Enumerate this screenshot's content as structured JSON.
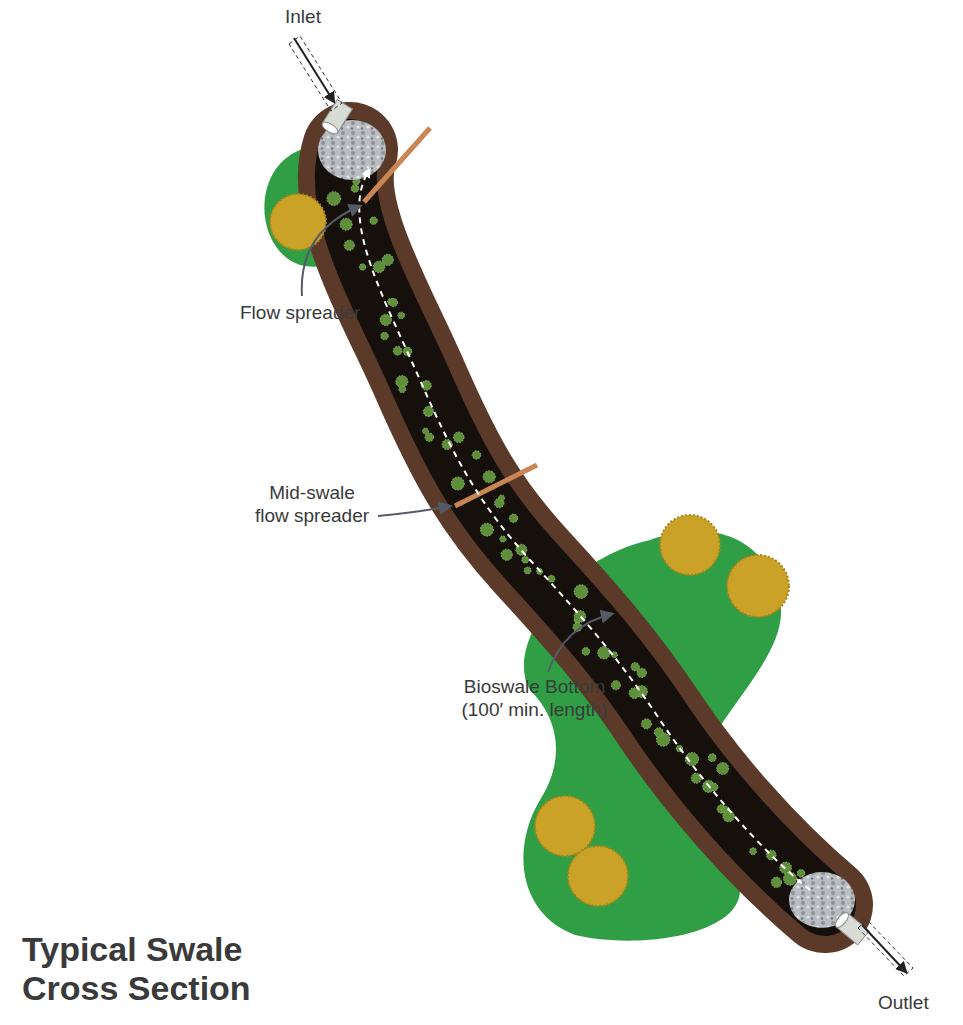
{
  "diagram": {
    "title": "Typical Swale Cross Section",
    "labels": [
      "Inlet",
      "Flow spreader",
      "Mid-swale flow spreader",
      "Bioswale Bottom (100′ min. length)",
      "Outlet"
    ]
  }
}
